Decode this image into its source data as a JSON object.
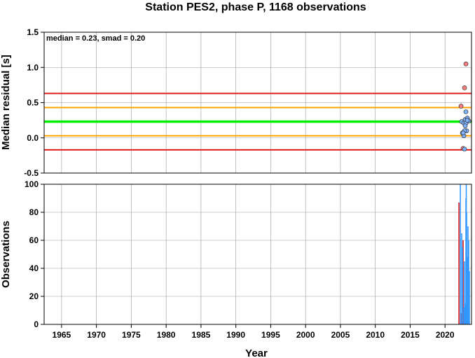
{
  "chart_data": [
    {
      "type": "scatter",
      "title": "Station PES2, phase P, 1168 observations",
      "annotation": "median = 0.23, smad = 0.20",
      "xlabel": "",
      "ylabel": "Median residual [s]",
      "xlim": [
        1962.5,
        2023.8
      ],
      "ylim": [
        -0.5,
        1.5
      ],
      "yticks": [
        "-0.5",
        "0.0",
        "0.5",
        "1.0",
        "1.5"
      ],
      "ytick_values": [
        -0.5,
        0.0,
        0.5,
        1.0,
        1.5
      ],
      "grid": true,
      "reference_lines": [
        {
          "y": 0.63,
          "color": "#e31a1c"
        },
        {
          "y": 0.43,
          "color": "#ffa500"
        },
        {
          "y": 0.23,
          "color": "#00ee00"
        },
        {
          "y": 0.03,
          "color": "#ffa500"
        },
        {
          "y": -0.17,
          "color": "#e31a1c"
        }
      ],
      "series": [
        {
          "color": "#ff7f7f",
          "x": [
            2023.0,
            2022.8,
            2022.3,
            2022.6
          ],
          "y": [
            1.05,
            0.71,
            0.45,
            -0.15
          ]
        },
        {
          "color": "#7fb2ff",
          "x": [
            2022.4,
            2022.7,
            2022.5,
            2023.0,
            2022.9,
            2023.2,
            2023.4,
            2023.1,
            2022.8,
            2023.0,
            2022.9,
            2023.2,
            2022.7,
            2022.6,
            2022.8
          ],
          "y": [
            0.23,
            0.21,
            0.07,
            0.37,
            0.26,
            0.28,
            0.24,
            0.1,
            0.1,
            0.21,
            0.17,
            0.25,
            0.03,
            0.07,
            -0.16
          ]
        }
      ]
    },
    {
      "type": "bar",
      "xlabel": "Year",
      "ylabel": "Observations",
      "xlim": [
        1962.5,
        2023.8
      ],
      "ylim": [
        0,
        100
      ],
      "xticks": [
        "1965",
        "1970",
        "1975",
        "1980",
        "1985",
        "1990",
        "1995",
        "2000",
        "2005",
        "2010",
        "2015",
        "2020"
      ],
      "xtick_values": [
        1965,
        1970,
        1975,
        1980,
        1985,
        1990,
        1995,
        2000,
        2005,
        2010,
        2015,
        2020
      ],
      "yticks": [
        "0",
        "20",
        "40",
        "60",
        "80",
        "100"
      ],
      "ytick_values": [
        0,
        20,
        40,
        60,
        80,
        100
      ],
      "grid": true,
      "series": [
        {
          "color": "#e31a1c",
          "x": [
            2022.0,
            2022.3,
            2022.6
          ],
          "values": [
            87,
            8,
            60
          ]
        },
        {
          "color": "#3399ff",
          "x": [
            2022.2,
            2022.4,
            2022.5,
            2022.7,
            2022.8,
            2022.9,
            2023.0,
            2023.05,
            2023.1,
            2023.2,
            2023.3,
            2023.4,
            2023.5
          ],
          "values": [
            100,
            65,
            55,
            12,
            45,
            15,
            90,
            100,
            80,
            48,
            70,
            60,
            38
          ]
        }
      ]
    }
  ]
}
